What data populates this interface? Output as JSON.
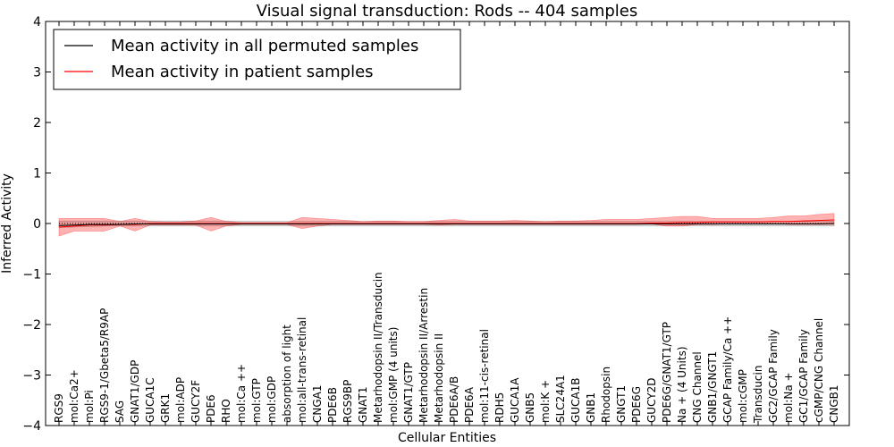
{
  "chart_data": {
    "type": "line",
    "title": "Visual signal transduction: Rods -- 404 samples",
    "xlabel": "Cellular Entities",
    "ylabel": "Inferred Activity",
    "ylim": [
      -4,
      4
    ],
    "yticks": [
      4,
      3,
      2,
      1,
      0,
      -1,
      -2,
      -3,
      -4
    ],
    "ytick_labels": [
      "4",
      "3",
      "2",
      "1",
      "0",
      "−1",
      "−2",
      "−3",
      "−4"
    ],
    "grid": false,
    "legend_position": "top-left",
    "categories": [
      "RGS9",
      "mol:Ca2+",
      "mol:Pi",
      "RGS9-1/Gbeta5/R9AP",
      "SAG",
      "GNAT1/GDP",
      "GUCA1C",
      "GRK1",
      "mol:ADP",
      "GUCY2F",
      "PDE6",
      "RHO",
      "mol:Ca ++",
      "mol:GTP",
      "mol:GDP",
      "absorption of light",
      "mol:all-trans-retinal",
      "CNGA1",
      "PDE6B",
      "RGS9BP",
      "GNAT1",
      "Metarhodopsin II/Transducin",
      "mol:GMP (4 units)",
      "GNAT1/GTP",
      "Metarhodopsin II/Arrestin",
      "Metarhodopsin II",
      "PDE6A/B",
      "PDE6A",
      "mol:11-cis-retinal",
      "RDH5",
      "GUCA1A",
      "GNB5",
      "mol:K +",
      "SLC24A1",
      "GUCA1B",
      "GNB1",
      "Rhodopsin",
      "GNGT1",
      "PDE6G",
      "GUCY2D",
      "PDE6G/GNAT1/GTP",
      "Na + (4 Units)",
      "CNG Channel",
      "GNB1/GNGT1",
      "GCAP Family/Ca ++",
      "mol:cGMP",
      "Transducin",
      "GC2/GCAP Family",
      "mol:Na +",
      "GC1/GCAP Family",
      "cGMP/CNG Channel",
      "CNGB1"
    ],
    "series": [
      {
        "name": "Mean activity in all permuted samples",
        "color": "#000000",
        "values": [
          -0.04,
          -0.03,
          -0.02,
          -0.02,
          -0.02,
          -0.01,
          -0.01,
          -0.01,
          -0.01,
          -0.01,
          -0.01,
          -0.01,
          -0.01,
          -0.01,
          -0.01,
          -0.01,
          -0.01,
          -0.01,
          -0.01,
          -0.01,
          -0.01,
          -0.01,
          -0.01,
          -0.01,
          -0.01,
          -0.01,
          -0.01,
          -0.01,
          -0.01,
          -0.01,
          -0.01,
          -0.01,
          -0.01,
          -0.01,
          -0.01,
          -0.01,
          -0.01,
          -0.01,
          -0.01,
          -0.01,
          -0.01,
          -0.01,
          -0.01,
          -0.01,
          -0.01,
          -0.01,
          -0.01,
          -0.01,
          -0.01,
          -0.01,
          -0.01,
          0.0
        ],
        "band_lower": [
          -0.08,
          -0.07,
          -0.06,
          -0.05,
          -0.05,
          -0.05,
          -0.05,
          -0.05,
          -0.05,
          -0.05,
          -0.05,
          -0.05,
          -0.05,
          -0.05,
          -0.05,
          -0.05,
          -0.05,
          -0.05,
          -0.05,
          -0.05,
          -0.05,
          -0.05,
          -0.05,
          -0.05,
          -0.05,
          -0.05,
          -0.05,
          -0.05,
          -0.05,
          -0.05,
          -0.05,
          -0.05,
          -0.05,
          -0.05,
          -0.05,
          -0.05,
          -0.05,
          -0.05,
          -0.05,
          -0.05,
          -0.05,
          -0.05,
          -0.05,
          -0.05,
          -0.05,
          -0.05,
          -0.05,
          -0.05,
          -0.05,
          -0.05,
          -0.05,
          -0.05
        ],
        "band_upper": [
          0.05,
          0.05,
          0.05,
          0.05,
          0.05,
          0.05,
          0.05,
          0.05,
          0.05,
          0.05,
          0.05,
          0.05,
          0.04,
          0.04,
          0.04,
          0.04,
          0.04,
          0.04,
          0.04,
          0.04,
          0.04,
          0.04,
          0.04,
          0.04,
          0.04,
          0.04,
          0.04,
          0.04,
          0.04,
          0.04,
          0.04,
          0.04,
          0.04,
          0.04,
          0.04,
          0.04,
          0.04,
          0.04,
          0.04,
          0.04,
          0.04,
          0.04,
          0.04,
          0.04,
          0.04,
          0.04,
          0.04,
          0.04,
          0.04,
          0.04,
          0.04,
          0.05
        ]
      },
      {
        "name": "Mean activity in patient samples",
        "color": "#ff0000",
        "values": [
          -0.07,
          -0.05,
          -0.03,
          -0.03,
          -0.02,
          -0.02,
          0.0,
          0.0,
          0.0,
          0.0,
          0.0,
          0.0,
          0.0,
          0.0,
          0.0,
          0.0,
          0.0,
          0.0,
          0.0,
          0.0,
          0.0,
          0.0,
          0.0,
          0.0,
          0.0,
          0.0,
          0.0,
          0.0,
          0.0,
          0.0,
          0.0,
          0.0,
          0.0,
          0.0,
          0.0,
          0.0,
          0.0,
          0.0,
          0.0,
          0.01,
          0.01,
          0.02,
          0.02,
          0.03,
          0.03,
          0.03,
          0.03,
          0.04,
          0.04,
          0.05,
          0.06,
          0.07
        ],
        "band_lower": [
          -0.25,
          -0.15,
          -0.15,
          -0.15,
          -0.05,
          -0.15,
          -0.03,
          -0.03,
          -0.03,
          -0.03,
          -0.15,
          -0.05,
          -0.02,
          -0.02,
          -0.02,
          -0.02,
          -0.1,
          -0.05,
          -0.02,
          -0.02,
          -0.02,
          -0.02,
          -0.02,
          -0.02,
          -0.02,
          -0.03,
          -0.02,
          -0.02,
          -0.02,
          -0.02,
          -0.02,
          -0.02,
          -0.02,
          -0.02,
          -0.02,
          -0.02,
          -0.02,
          -0.02,
          -0.02,
          -0.01,
          -0.05,
          -0.05,
          -0.02,
          -0.02,
          -0.01,
          -0.01,
          -0.01,
          0.0,
          -0.02,
          -0.02,
          -0.02,
          -0.02
        ],
        "band_upper": [
          0.1,
          0.1,
          0.1,
          0.1,
          0.04,
          0.1,
          0.04,
          0.03,
          0.03,
          0.05,
          0.12,
          0.04,
          0.02,
          0.02,
          0.02,
          0.02,
          0.12,
          0.1,
          0.08,
          0.06,
          0.04,
          0.05,
          0.05,
          0.04,
          0.04,
          0.06,
          0.08,
          0.05,
          0.05,
          0.05,
          0.06,
          0.05,
          0.04,
          0.05,
          0.05,
          0.06,
          0.08,
          0.08,
          0.08,
          0.1,
          0.12,
          0.14,
          0.14,
          0.1,
          0.1,
          0.1,
          0.1,
          0.12,
          0.15,
          0.15,
          0.18,
          0.2
        ]
      }
    ]
  }
}
